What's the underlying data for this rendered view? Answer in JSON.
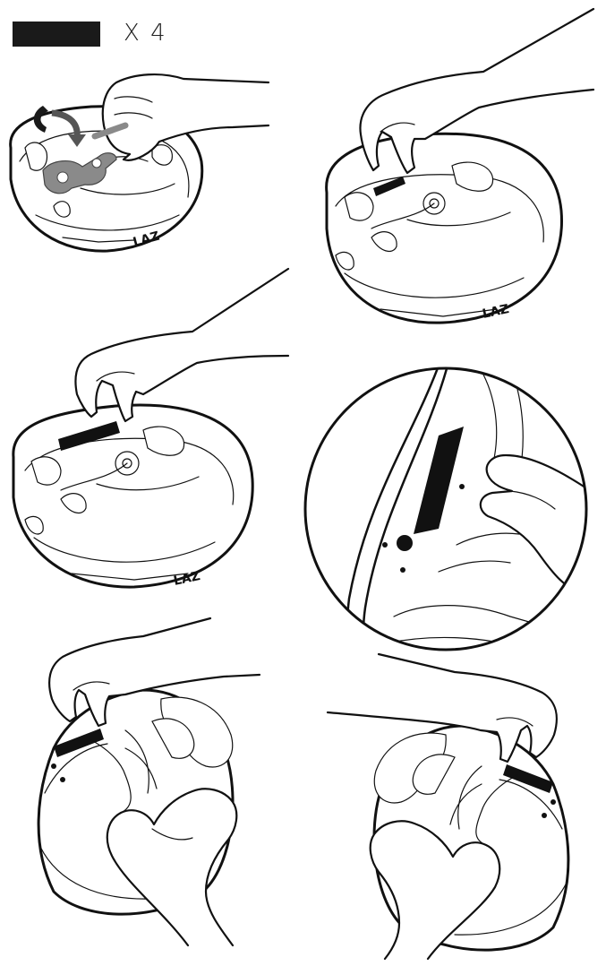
{
  "header": {
    "quantity_label": "X 4"
  },
  "steps": [
    {
      "name": "step-1",
      "icon": "rotate-arrow-icon"
    },
    {
      "name": "step-2"
    },
    {
      "name": "step-3"
    },
    {
      "name": "step-4-detail"
    },
    {
      "name": "step-5"
    },
    {
      "name": "step-6"
    }
  ],
  "colors": {
    "line": "#111111",
    "pad_black": "#111111",
    "highlight_grey": "#8a8a8a",
    "background": "#ffffff"
  }
}
